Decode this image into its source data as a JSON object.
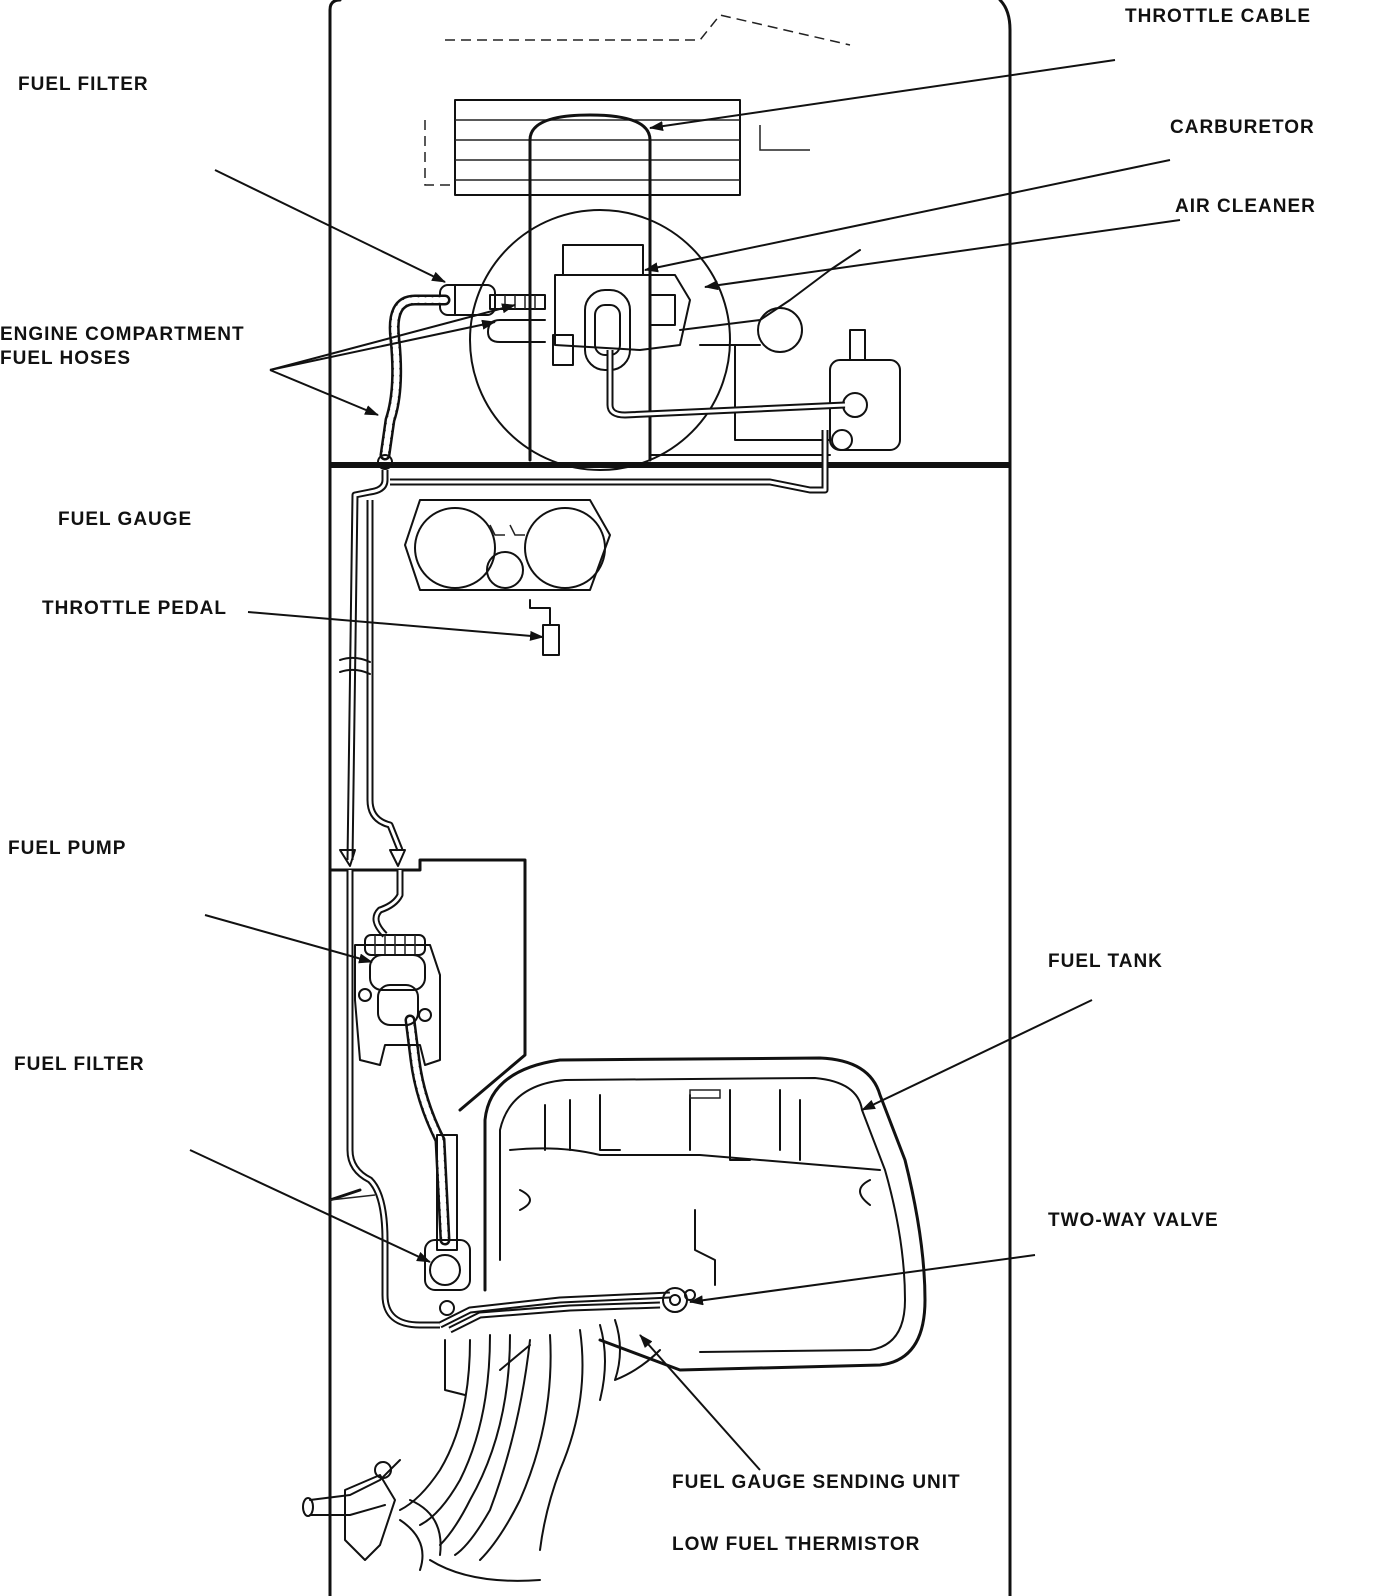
{
  "labels": {
    "throttle_cable": "THROTTLE CABLE",
    "fuel_filter_top": "FUEL FILTER",
    "carburetor": "CARBURETOR",
    "air_cleaner": "AIR CLEANER",
    "engine_hoses_line1": "ENGINE COMPARTMENT",
    "engine_hoses_line2": "FUEL HOSES",
    "fuel_gauge": "FUEL GAUGE",
    "throttle_pedal": "THROTTLE PEDAL",
    "fuel_pump": "FUEL PUMP",
    "fuel_tank": "FUEL TANK",
    "fuel_filter_bottom": "FUEL FILTER",
    "two_way_valve": "TWO-WAY VALVE",
    "sending_unit": "FUEL GAUGE SENDING UNIT",
    "low_fuel_thermistor": "LOW FUEL THERMISTOR"
  }
}
